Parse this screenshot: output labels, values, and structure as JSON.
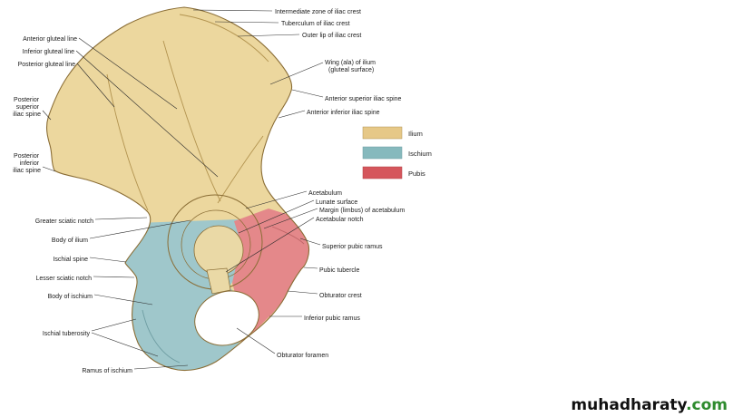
{
  "figure": {
    "description": "Hip bone, lateral view, colored regions diagram"
  },
  "colors": {
    "ilium": "#ecd79e",
    "ischium": "#9fc7cb",
    "pubis": "#e4888a",
    "fossa": "#ead9a6",
    "legend_ilium": "#e6c887",
    "legend_ischium": "#86b9bd",
    "legend_pubis": "#d5565c",
    "watermark_name_color": "#111111",
    "watermark_tld_color": "#2e8b2e"
  },
  "legend": {
    "ilium": "Ilium",
    "ischium": "Ischium",
    "pubis": "Pubis"
  },
  "labels": {
    "intermediate_zone": "Intermediate zone of iliac crest",
    "tuberculum": "Tuberculum of iliac crest",
    "outer_lip": "Outer lip of iliac crest",
    "anterior_gluteal_line": "Anterior gluteal line",
    "inferior_gluteal_line": "Inferior gluteal line",
    "posterior_gluteal_line": "Posterior gluteal line",
    "wing_line1": "Wing (ala) of ilium",
    "wing_line2": "(gluteal surface)",
    "asis": "Anterior superior iliac spine",
    "aiis": "Anterior inferior iliac spine",
    "psis_1": "Posterior",
    "psis_2": "superior",
    "psis_3": "iliac spine",
    "piis_1": "Posterior",
    "piis_2": "inferior",
    "piis_3": "iliac spine",
    "greater_sciatic_notch": "Greater sciatic notch",
    "body_of_ilium": "Body of ilium",
    "ischial_spine": "Ischial spine",
    "lesser_sciatic_notch": "Lesser sciatic notch",
    "body_of_ischium": "Body of ischium",
    "ischial_tuberosity": "Ischial tuberosity",
    "ramus_of_ischium": "Ramus of ischium",
    "acetabulum": "Acetabulum",
    "lunate_surface": "Lunate surface",
    "margin_limbus": "Margin (limbus) of acetabulum",
    "acetabular_notch": "Acetabular notch",
    "superior_pubic_ramus": "Superior pubic ramus",
    "pubic_tubercle": "Pubic tubercle",
    "obturator_crest": "Obturator crest",
    "inferior_pubic_ramus": "Inferior pubic ramus",
    "obturator_foramen": "Obturator foramen"
  },
  "watermark": {
    "name": "muhadharaty",
    "tld": ".com"
  }
}
